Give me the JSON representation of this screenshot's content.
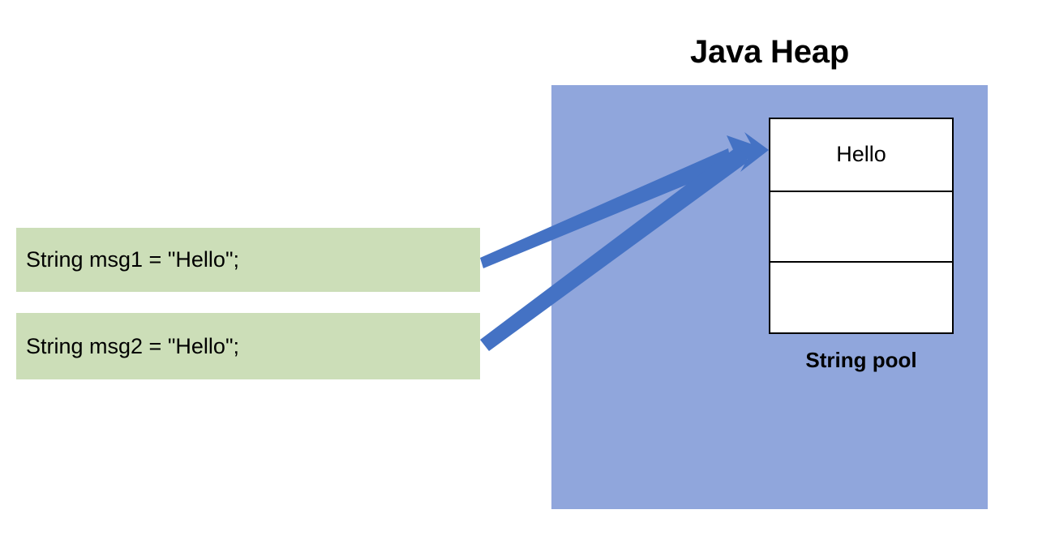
{
  "diagram": {
    "title": "Java Heap",
    "heap": {
      "label": "Java Heap",
      "color": "#90A6DC"
    },
    "string_pool": {
      "caption": "String pool",
      "border_color": "#000000",
      "cell_background": "#ffffff",
      "cells": [
        {
          "value": "Hello"
        },
        {
          "value": ""
        },
        {
          "value": ""
        }
      ]
    },
    "code_boxes": [
      {
        "text": "String msg1 = \"Hello\";",
        "color": "#CCDEB8"
      },
      {
        "text": "String msg2 = \"Hello\";",
        "color": "#CCDEB8"
      }
    ],
    "arrows": {
      "color": "#4472C4",
      "count": 2,
      "from_labels": [
        "String msg1 = \"Hello\";",
        "String msg2 = \"Hello\";"
      ],
      "to_label": "Hello"
    }
  }
}
